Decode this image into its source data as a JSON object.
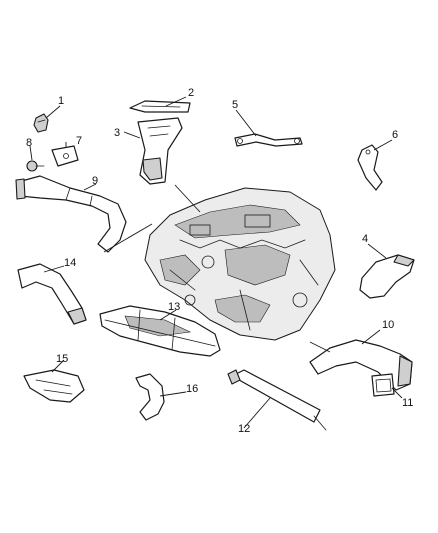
{
  "callouts": {
    "n1": "1",
    "n2": "2",
    "n3": "3",
    "n4": "4",
    "n5": "5",
    "n6": "6",
    "n7": "7",
    "n8": "8",
    "n9": "9",
    "n10": "10",
    "n11": "11",
    "n12": "12",
    "n13": "13",
    "n14": "14",
    "n15": "15",
    "n16": "16"
  },
  "colors": {
    "line": "#1a1a1a",
    "background": "#ffffff",
    "engine_fill": "#ececec"
  }
}
